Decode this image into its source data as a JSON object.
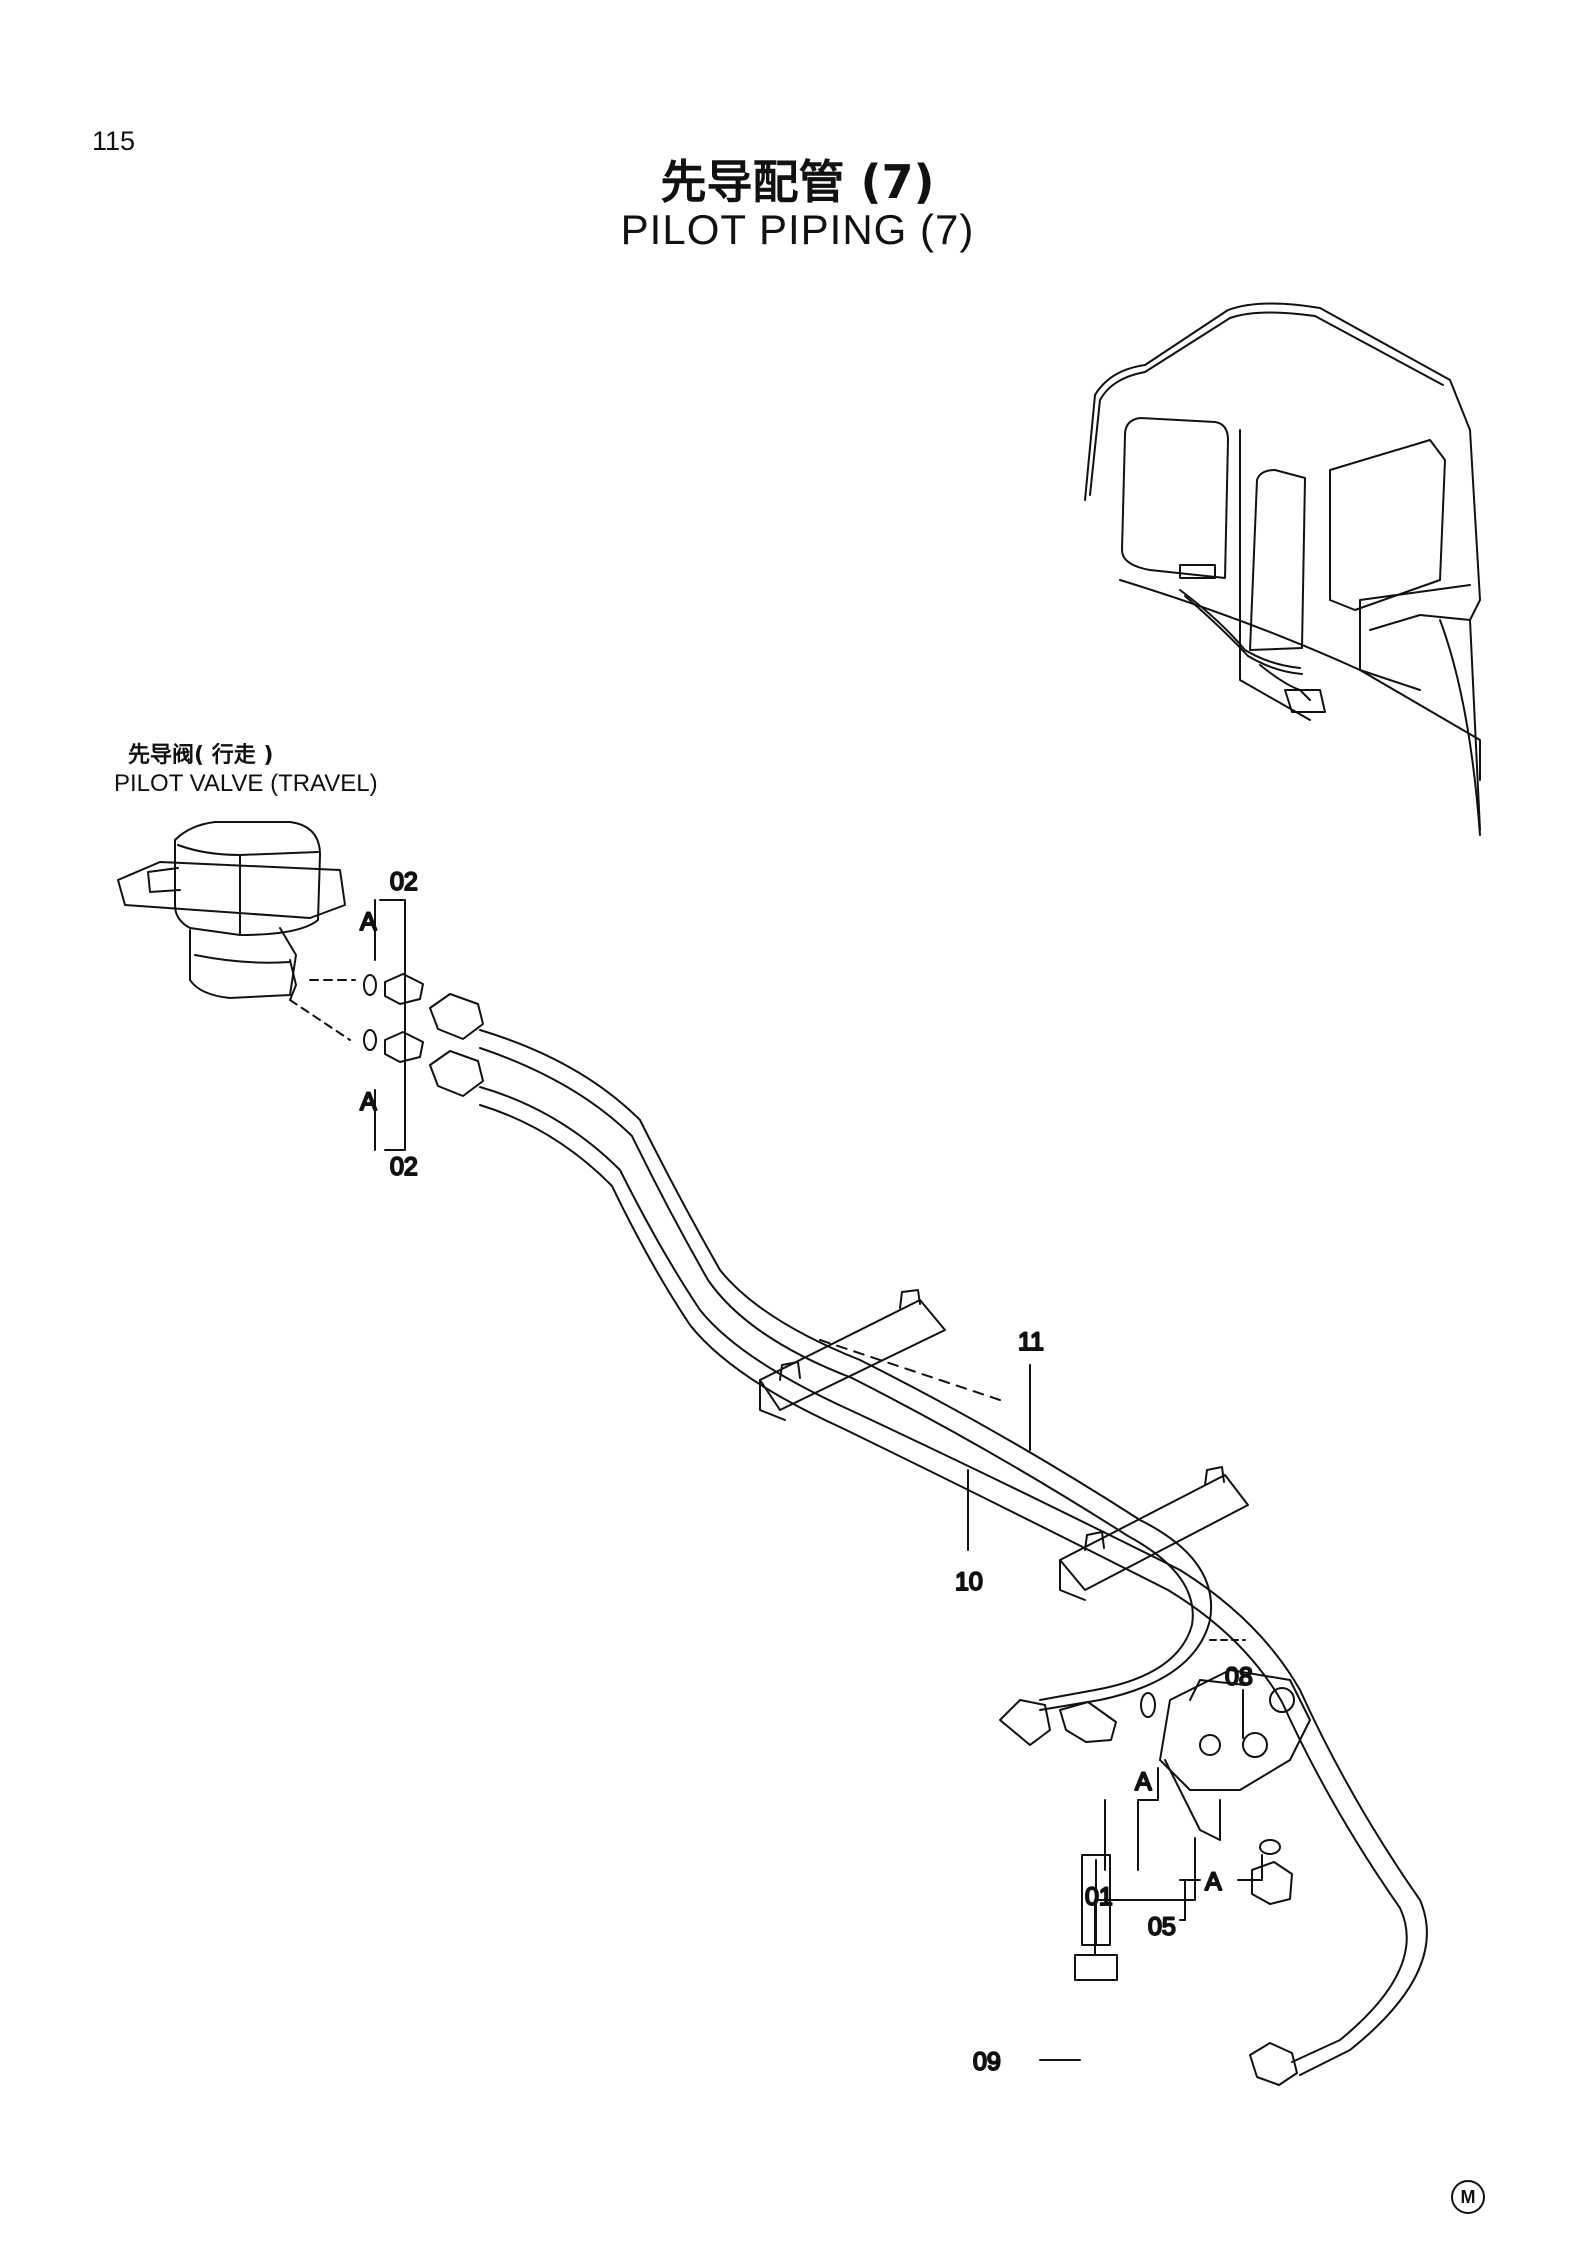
{
  "page": {
    "number": "115"
  },
  "title": {
    "chinese": "先导配管 (7)",
    "english": "PILOT PIPING (7)"
  },
  "valve_label": {
    "chinese": "先导阀( 行走 )",
    "english": "PILOT VALVE (TRAVEL)"
  },
  "callouts": {
    "c02_top": "02",
    "c02_bottom": "02",
    "a_top": "A",
    "a_bottom": "A",
    "a_mid": "A",
    "a_low": "A",
    "c11": "11",
    "c10": "10",
    "c08": "08",
    "c01": "01",
    "c05": "05",
    "c09": "09"
  },
  "mark": "M"
}
